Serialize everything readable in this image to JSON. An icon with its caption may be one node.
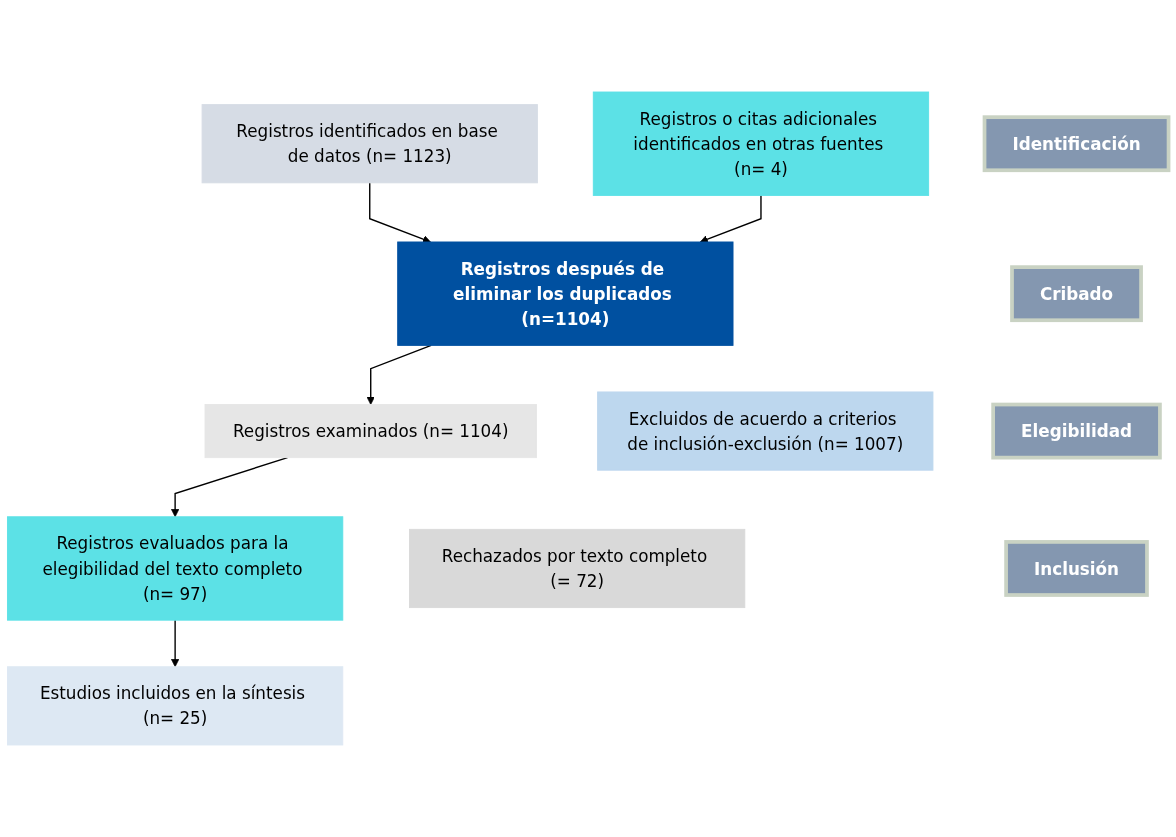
{
  "diagram": {
    "nodes": [
      {
        "text": [
          "Identificación"
        ]
      },
      {
        "text": [
          "Registros identificados en base de datos (n= 1123)"
        ]
      },
      {
        "text": [
          "Registros o citas adicionales identificados en otras fuentes (n= 4)"
        ]
      },
      {
        "text": [
          "Registros después de eliminar los duplicados (n=1104)"
        ]
      },
      {
        "text": [
          "Cribado"
        ]
      },
      {
        "text": [
          "Registros examinados (n= 1104)"
        ]
      },
      {
        "text": [
          "Excluidos de acuerdo a criterios de inclusión-exclusión (n= 1007)"
        ]
      },
      {
        "text": [
          "Elegibilidad"
        ]
      },
      {
        "text": [
          "Registros evaluados para la elegibilidad del texto completo (n= 97)"
        ]
      },
      {
        "text": [
          "Rechazados por texto completo (= 72)"
        ]
      },
      {
        "text": [
          "Inclusión"
        ]
      },
      {
        "text": [
          "Estudios incluidos en la síntesis (n= 25)"
        ]
      }
    ],
    "edges": [
      {
        "from": 1,
        "to": 3,
        "arrow": "to"
      },
      {
        "from": 2,
        "to": 3,
        "arrow": "to"
      },
      {
        "from": 3,
        "to": 5,
        "arrow": "to"
      },
      {
        "from": 5,
        "to": 8,
        "arrow": "to"
      },
      {
        "from": 8,
        "to": 11,
        "arrow": "to"
      }
    ]
  }
}
